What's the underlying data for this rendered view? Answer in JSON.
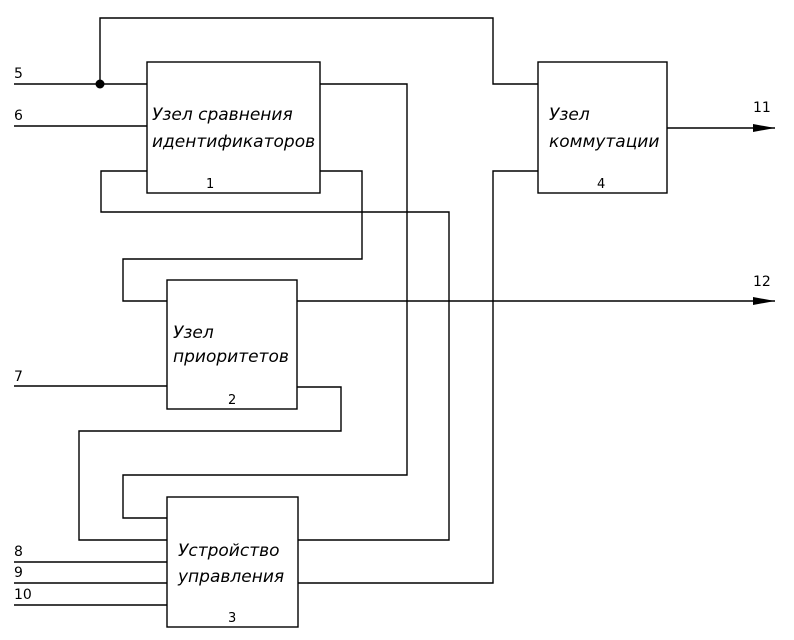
{
  "blocks": [
    {
      "id": "1",
      "line1": "Узел сравнения",
      "line2": "идентификаторов",
      "number": "1"
    },
    {
      "id": "2",
      "line1": "Узел",
      "line2": "приоритетов",
      "number": "2"
    },
    {
      "id": "3",
      "line1": "Устройство",
      "line2": "управления",
      "number": "3"
    },
    {
      "id": "4",
      "line1": "Узел",
      "line2": "коммутации",
      "number": "4"
    }
  ],
  "inputs": {
    "in5": "5",
    "in6": "6",
    "in7": "7",
    "in8": "8",
    "in9": "9",
    "in10": "10"
  },
  "outputs": {
    "out11": "11",
    "out12": "12"
  }
}
